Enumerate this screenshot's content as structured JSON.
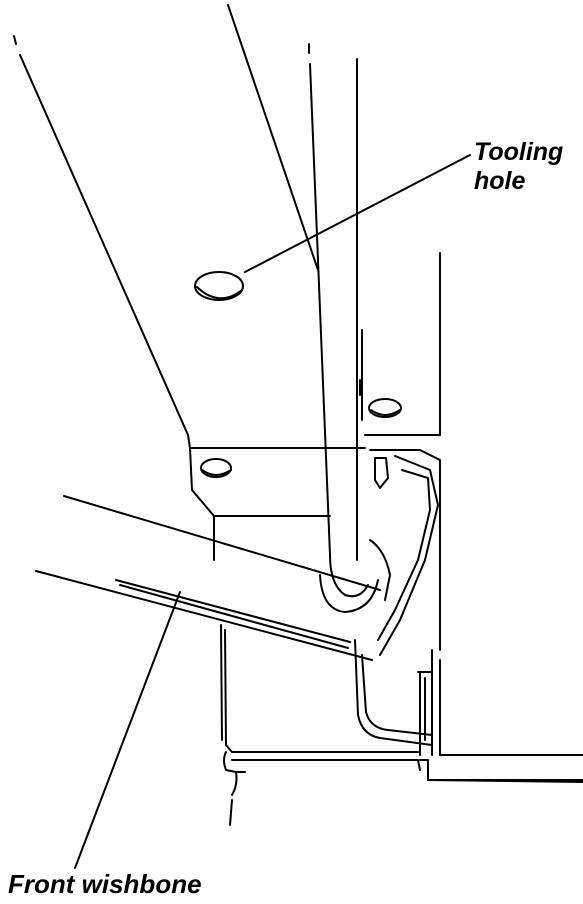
{
  "labels": {
    "tooling_line1": "Tooling",
    "tooling_line2": "hole",
    "front_wishbone": "Front wishbone"
  },
  "style": {
    "ink": "#000000",
    "paper": "#ffffff"
  }
}
